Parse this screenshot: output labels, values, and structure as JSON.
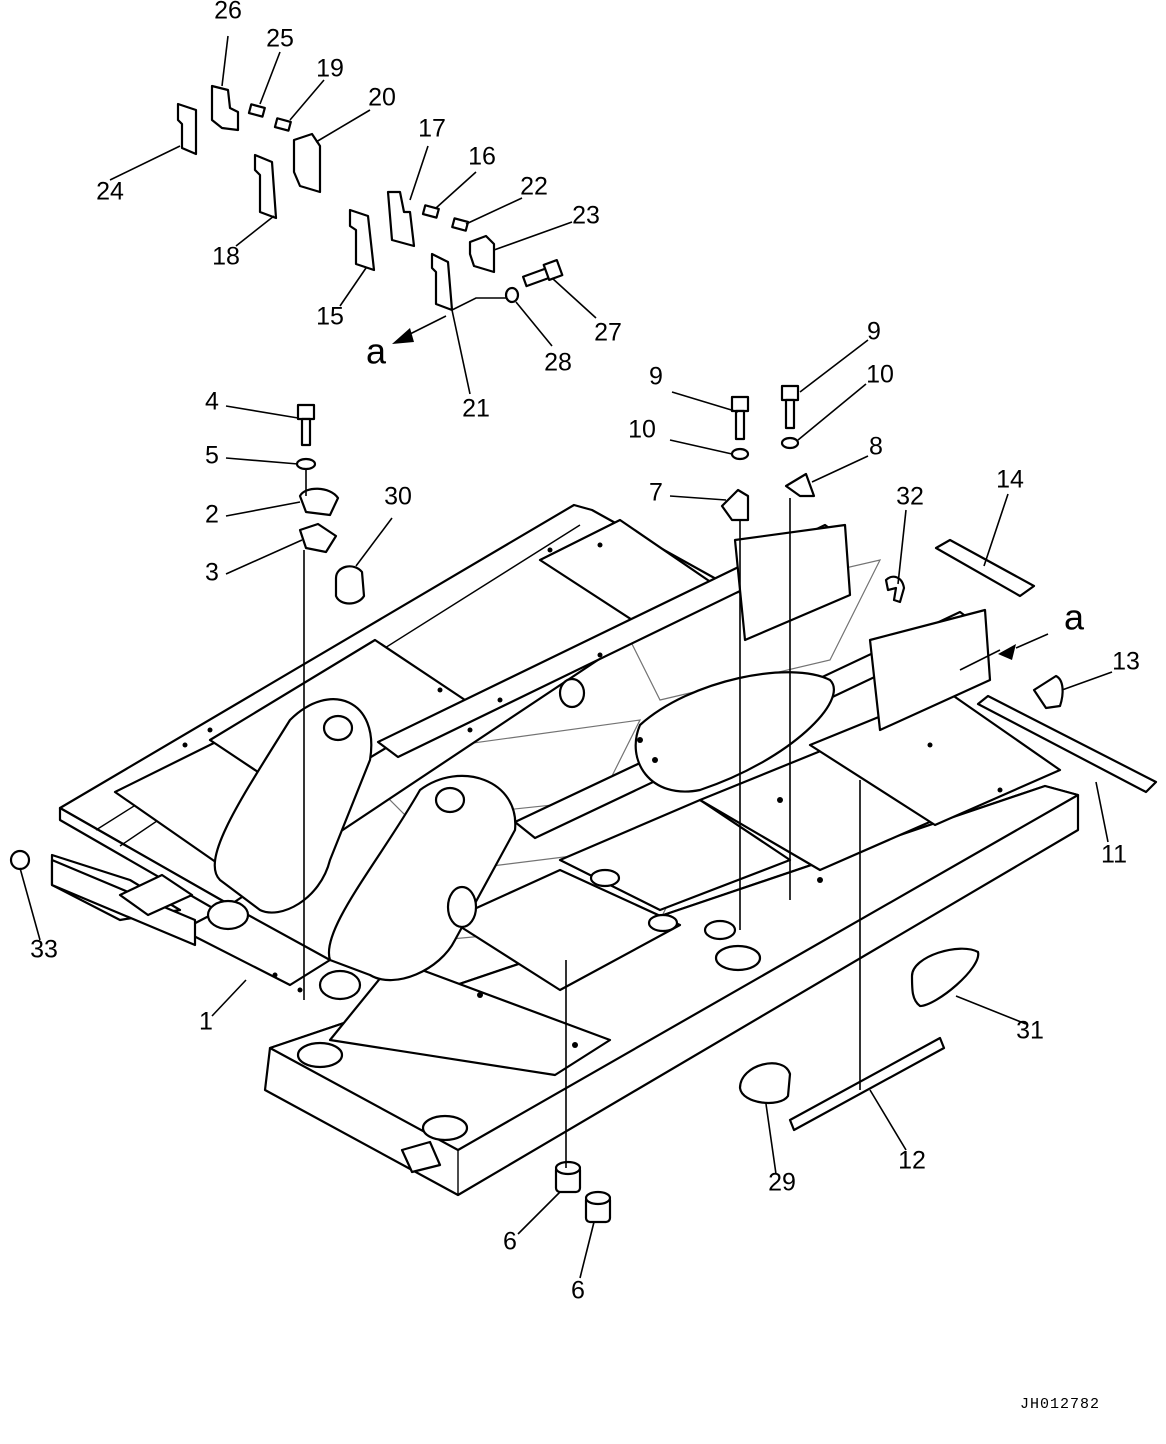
{
  "drawing": {
    "reference_id": "JH012782",
    "view_marker": "a",
    "callouts": [
      {
        "id": "c26",
        "label": "26"
      },
      {
        "id": "c25",
        "label": "25"
      },
      {
        "id": "c19",
        "label": "19"
      },
      {
        "id": "c20",
        "label": "20"
      },
      {
        "id": "c24",
        "label": "24"
      },
      {
        "id": "c18",
        "label": "18"
      },
      {
        "id": "c17",
        "label": "17"
      },
      {
        "id": "c16",
        "label": "16"
      },
      {
        "id": "c22",
        "label": "22"
      },
      {
        "id": "c23",
        "label": "23"
      },
      {
        "id": "c15",
        "label": "15"
      },
      {
        "id": "c27",
        "label": "27"
      },
      {
        "id": "c28",
        "label": "28"
      },
      {
        "id": "c21",
        "label": "21"
      },
      {
        "id": "c9a",
        "label": "9"
      },
      {
        "id": "c9b",
        "label": "9"
      },
      {
        "id": "c10a",
        "label": "10"
      },
      {
        "id": "c10b",
        "label": "10"
      },
      {
        "id": "c8",
        "label": "8"
      },
      {
        "id": "c7",
        "label": "7"
      },
      {
        "id": "c4",
        "label": "4"
      },
      {
        "id": "c5",
        "label": "5"
      },
      {
        "id": "c2",
        "label": "2"
      },
      {
        "id": "c3",
        "label": "3"
      },
      {
        "id": "c30",
        "label": "30"
      },
      {
        "id": "c32",
        "label": "32"
      },
      {
        "id": "c14",
        "label": "14"
      },
      {
        "id": "c13",
        "label": "13"
      },
      {
        "id": "c11",
        "label": "11"
      },
      {
        "id": "c33",
        "label": "33"
      },
      {
        "id": "c1",
        "label": "1"
      },
      {
        "id": "c31",
        "label": "31"
      },
      {
        "id": "c12",
        "label": "12"
      },
      {
        "id": "c29",
        "label": "29"
      },
      {
        "id": "c6a",
        "label": "6"
      },
      {
        "id": "c6b",
        "label": "6"
      }
    ]
  }
}
